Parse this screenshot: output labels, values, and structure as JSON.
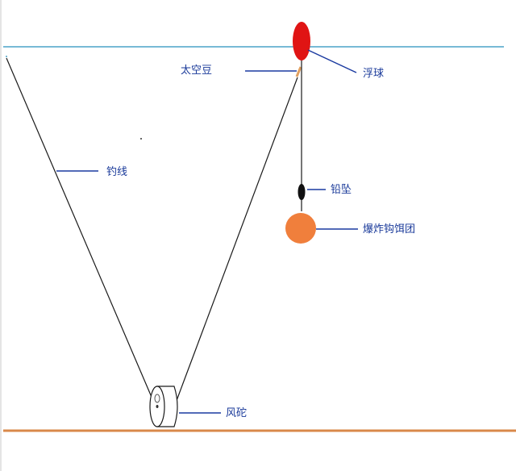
{
  "labels": {
    "space_bean": "太空豆",
    "float": "浮球",
    "fishing_line": "钓线",
    "lead_sinker": "铅坠",
    "explosive_hook_bait": "爆炸钩饵团",
    "kite_reel": "风砣"
  },
  "colors": {
    "water_surface": "#4aa3c8",
    "seabed": "#d9884a",
    "float": "#e01414",
    "bait": "#f07f3c",
    "label_text": "#1a3a9a",
    "line": "#1a1a1a",
    "leader_line": "#1a3aa0"
  }
}
